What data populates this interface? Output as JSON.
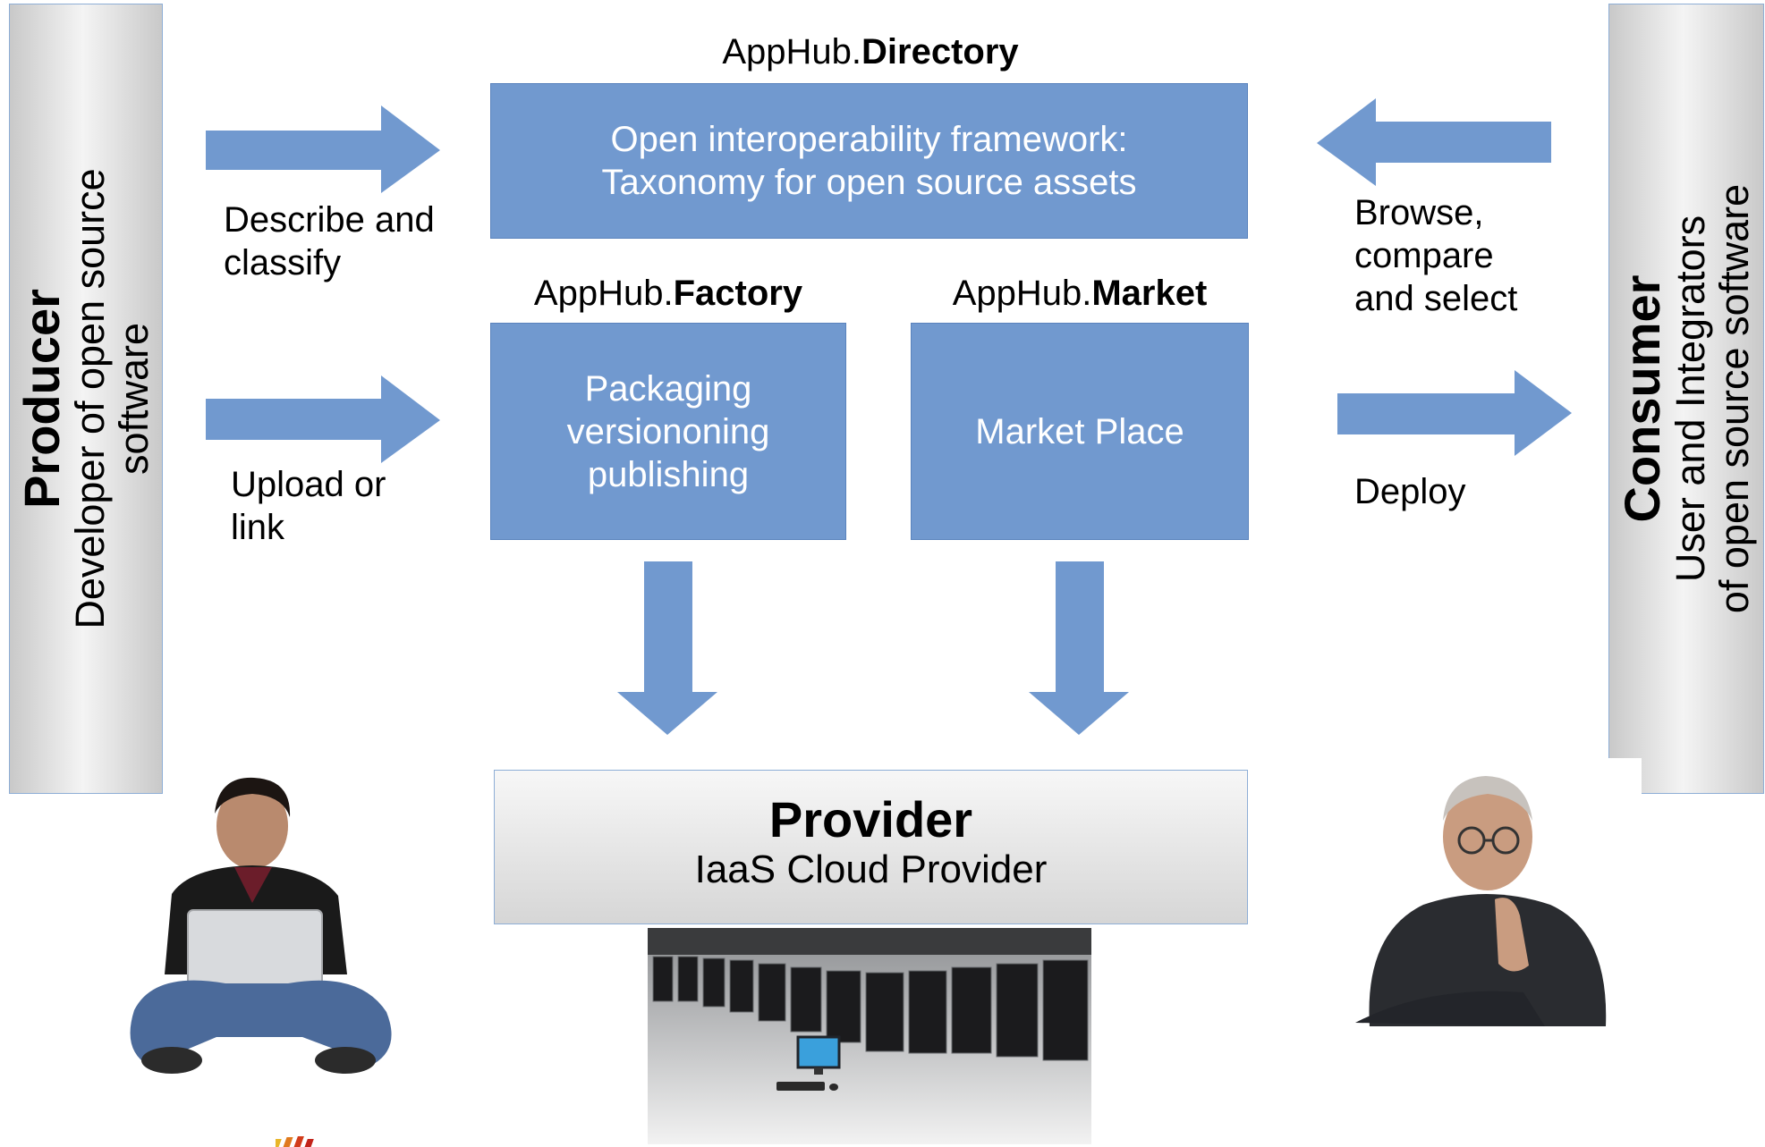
{
  "producer": {
    "role": "Producer",
    "description_lines": [
      "Developer of open source",
      "software"
    ]
  },
  "consumer": {
    "role": "Consumer",
    "description_lines": [
      "User and Integrators",
      "of open source software"
    ]
  },
  "directory": {
    "title_prefix": "AppHub.",
    "title_bold": "Directory",
    "body_lines": [
      "Open interoperability framework:",
      "Taxonomy for open source assets"
    ]
  },
  "factory": {
    "title_prefix": "AppHub.",
    "title_bold": "Factory",
    "body_lines": [
      "Packaging",
      "versiononing",
      "publishing"
    ]
  },
  "market": {
    "title_prefix": "AppHub.",
    "title_bold": "Market",
    "body_lines": [
      "Market Place"
    ]
  },
  "provider": {
    "role": "Provider",
    "description": "IaaS Cloud Provider"
  },
  "flows": {
    "describe": [
      "Describe and",
      "classify"
    ],
    "upload": [
      "Upload or",
      "link"
    ],
    "browse": [
      "Browse,",
      "compare",
      "and select"
    ],
    "deploy": [
      "Deploy"
    ]
  },
  "colors": {
    "box_blue": "#7199cf",
    "arrow_blue": "#7199cf",
    "panel_gray": "#d9d9d9"
  }
}
